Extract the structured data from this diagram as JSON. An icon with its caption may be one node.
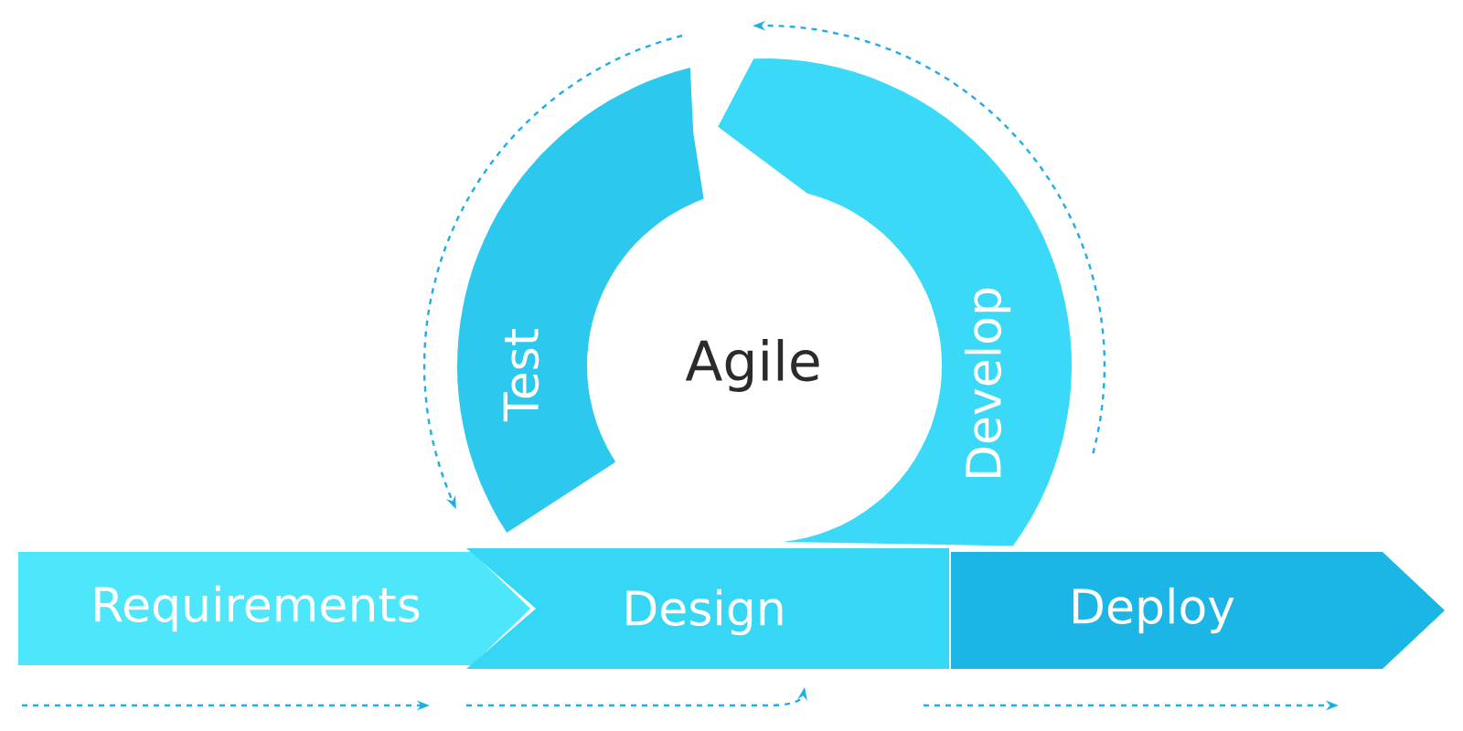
{
  "diagram": {
    "nodes": [
      {
        "text": [
          "Agile"
        ]
      },
      {
        "text": [
          "Test"
        ]
      },
      {
        "text": [
          "Develop"
        ]
      },
      {
        "text": [
          "Requirements"
        ]
      },
      {
        "text": [
          "Design"
        ]
      },
      {
        "text": [
          "Deploy"
        ]
      }
    ]
  }
}
